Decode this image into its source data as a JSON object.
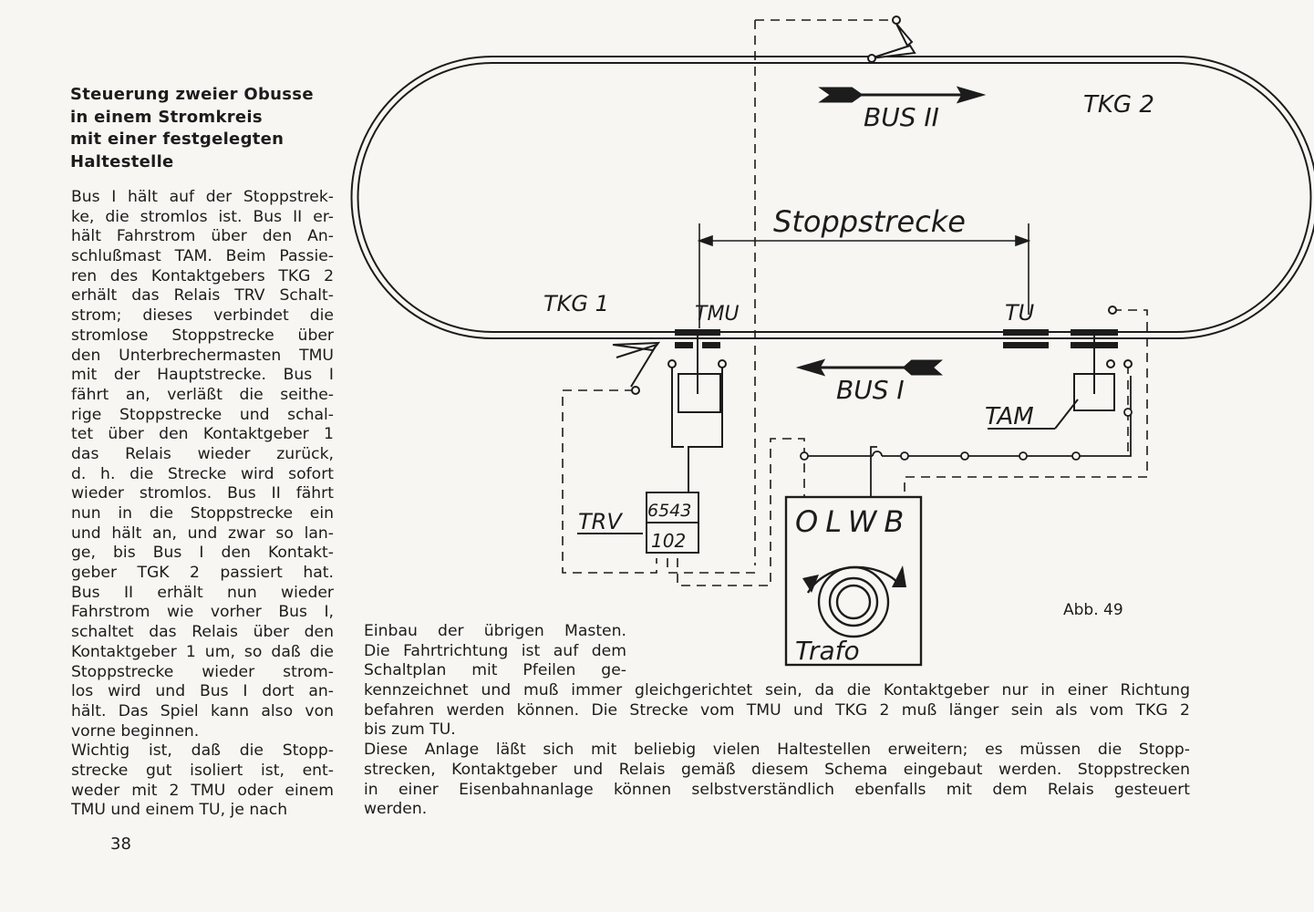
{
  "heading": {
    "lines": [
      "Steuerung zweier Obusse",
      "in einem Stromkreis",
      "mit einer festgelegten",
      "Haltestelle"
    ]
  },
  "left_column": {
    "lines": [
      "Bus I hält auf der Stoppstrek-",
      "ke, die stromlos ist. Bus II er-",
      "hält Fahrstrom über den An-",
      "schlußmast TAM. Beim Passie-",
      "ren des Kontaktgebers TKG 2",
      "erhält das Relais TRV Schalt-",
      "strom; dieses verbindet die",
      "stromlose Stoppstrecke über",
      "den Unterbrechermasten TMU",
      "mit der Hauptstrecke. Bus I",
      "fährt an, verläßt die seithe-",
      "rige Stoppstrecke und schal-",
      "tet über den Kontaktgeber 1",
      "das Relais wieder zurück,",
      "d. h. die Strecke wird sofort",
      "wieder stromlos. Bus II fährt",
      "nun in die Stoppstrecke ein",
      "und hält an, und zwar so lan-",
      "ge, bis Bus I den Kontakt-",
      "geber TGK 2 passiert hat.",
      "Bus II erhält nun wieder",
      "Fahrstrom wie vorher Bus I,",
      "schaltet das Relais über den",
      "Kontaktgeber 1 um, so daß die",
      "Stoppstrecke wieder strom-",
      "los wird und Bus I dort an-",
      "hält. Das Spiel kann also von",
      "vorne beginnen.",
      "Wichtig ist, daß die Stopp-",
      "strecke gut isoliert ist, ent-",
      "weder mit 2 TMU oder einem",
      "TMU und einem TU, je nach"
    ],
    "last_line_indices": [
      27
    ]
  },
  "bottom_text": {
    "short_lines": [
      "Einbau der übrigen Masten.",
      "Die Fahrtrichtung ist auf dem",
      "Schaltplan mit Pfeilen ge-"
    ],
    "wide_lines": [
      "kennzeichnet und muß immer gleichgerichtet sein, da die Kontaktgeber nur in einer Richtung",
      "befahren werden können. Die Strecke vom TMU und TKG 2 muß länger sein als vom TKG 2",
      "bis zum TU.",
      "Diese Anlage läßt sich mit beliebig vielen Haltestellen erweitern; es müssen die Stopp-",
      "strecken, Kontaktgeber und Relais gemäß diesem Schema eingebaut werden. Stoppstrecken",
      "in einer Eisenbahnanlage können selbstverständlich ebenfalls mit dem Relais gesteuert",
      "werden."
    ]
  },
  "page_number": "38",
  "figure_caption": "Abb. 49",
  "diagram": {
    "labels": {
      "bus2": "BUS II",
      "tkg2": "TKG 2",
      "stoppstrecke": "Stoppstrecke",
      "tkg1": "TKG 1",
      "tmu": "TMU",
      "tu": "TU",
      "bus1": "BUS I",
      "tam": "TAM",
      "trv": "TRV",
      "relay_top": "6543",
      "relay_bottom": "102",
      "trafo_top": "OLWB",
      "trafo_bottom": "Trafo"
    }
  }
}
